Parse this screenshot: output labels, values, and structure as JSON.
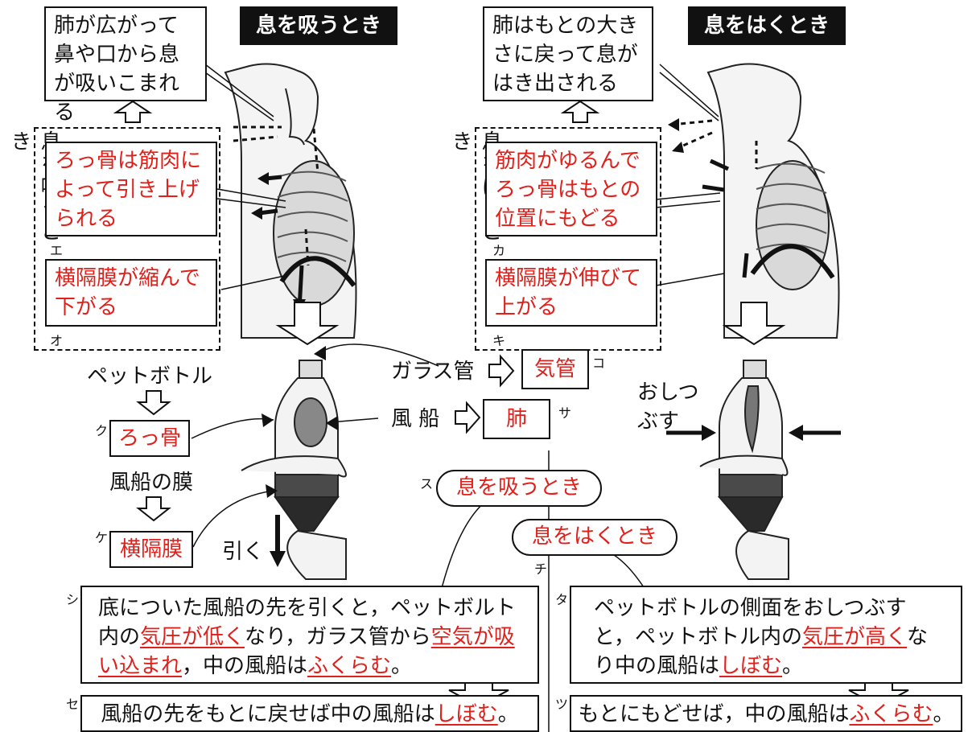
{
  "inhale": {
    "title": "息を吸うとき",
    "top_box": "肺が広がって鼻や口から息が吸いこまれる",
    "side_label": "息を吸うとき",
    "rib_box": "ろっ骨は筋肉によって引き上げられる",
    "rib_kana": "エ",
    "diaphragm_box": "横隔膜が縮んで下がる",
    "diaphragm_kana": "オ"
  },
  "exhale": {
    "title": "息をはくとき",
    "top_box": "肺はもとの大きさに戻って息がはき出される",
    "side_label": "息をはくとき",
    "rib_box": "筋肉がゆるんでろっ骨はもとの位置にもどる",
    "rib_kana": "カ",
    "diaphragm_box": "横隔膜が伸びて上がる",
    "diaphragm_kana": "キ"
  },
  "model": {
    "pet_bottle": "ペットボトル",
    "rib_answer": "ろっ骨",
    "rib_kana": "ク",
    "balloon_membrane": "風船の膜",
    "diaphragm_answer": "横隔膜",
    "diaphragm_kana": "ケ",
    "pull": "引く",
    "glass_tube": "ガラス管",
    "trachea_answer": "気管",
    "trachea_kana": "コ",
    "balloon": "風 船",
    "lung_answer": "肺",
    "lung_kana": "サ",
    "squeeze": "おしつぶす",
    "inhale_pill": "息を吸うとき",
    "inhale_pill_kana": "ス",
    "exhale_pill": "息をはくとき",
    "exhale_pill_kana": "チ"
  },
  "explanations": {
    "shi_kana": "シ",
    "shi_pre": "底についた風船の先を引くと，ペットボルト内の",
    "shi_red1": "気圧が低く",
    "shi_mid1": "なり，ガラス管から",
    "shi_red2": "空気が吸い込まれ",
    "shi_mid2": "，中の風船は",
    "shi_red3": "ふくらむ",
    "shi_end": "。",
    "se_kana": "セ",
    "se_pre": "風船の先をもとに戻せば中の風船は",
    "se_red": "しぼむ",
    "se_end": "。",
    "ta_kana": "タ",
    "ta_pre": "ペットボトルの側面をおしつぶすと，ペットボトル内の",
    "ta_red1": "気圧が高く",
    "ta_mid": "なり中の風船は",
    "ta_red2": "しぼむ",
    "ta_end": "。",
    "tsu_kana": "ツ",
    "tsu_pre": "もとにもどせば，中の風船は",
    "tsu_red": "ふくらむ",
    "tsu_end": "。"
  },
  "colors": {
    "answer_red": "#e0201b",
    "ink": "#111111"
  }
}
